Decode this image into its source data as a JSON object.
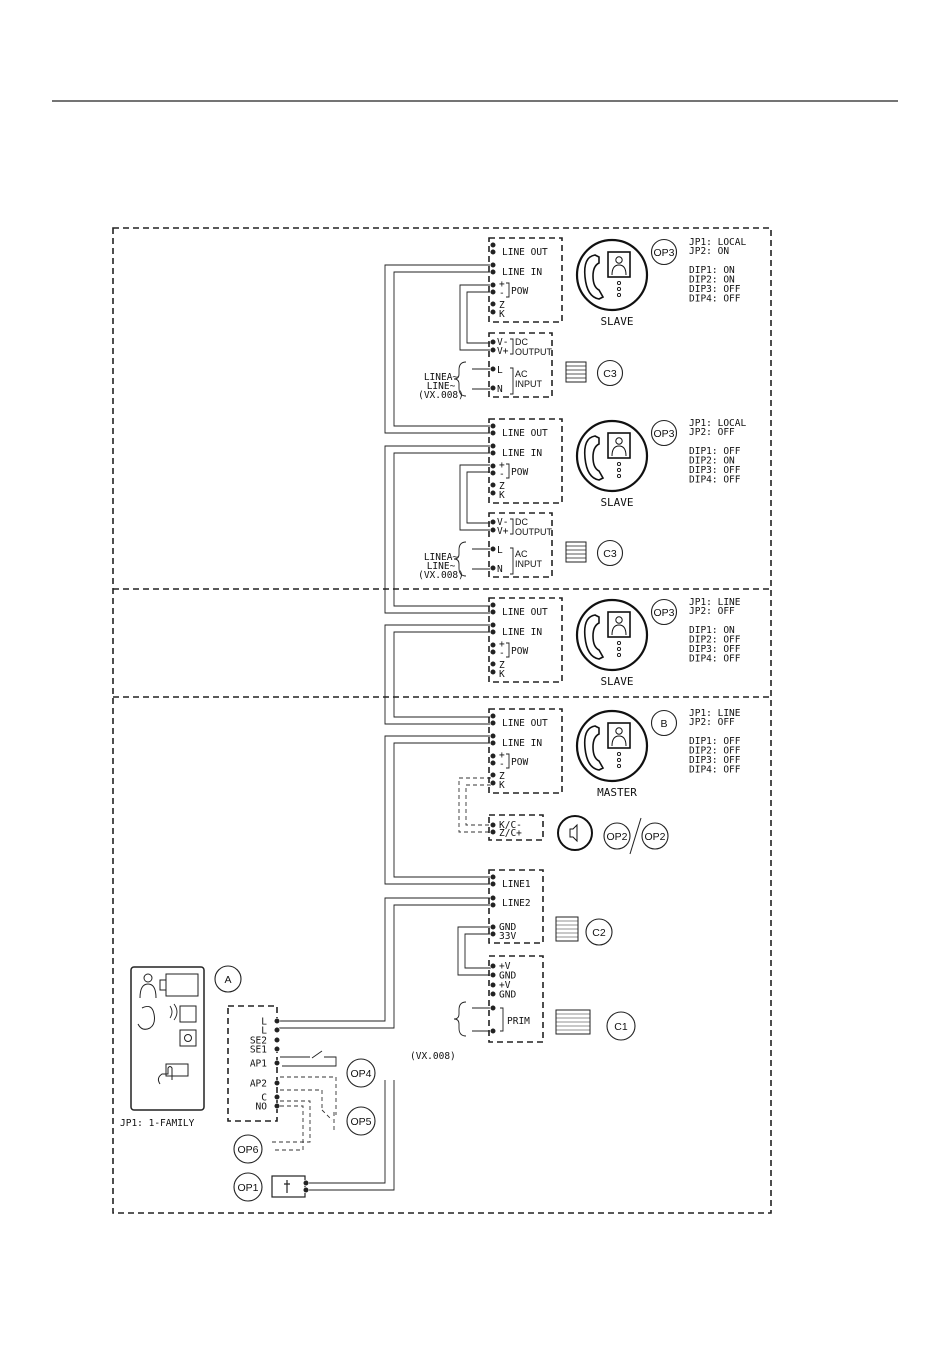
{
  "slaves": [
    {
      "tag": "OP3",
      "name": "SLAVE",
      "jp": [
        "JP1: LOCAL",
        "JP2: ON"
      ],
      "dip": [
        "DIP1: ON",
        "DIP2: ON",
        "DIP3: OFF",
        "DIP4: OFF"
      ],
      "terminals": [
        "LINE OUT",
        "LINE IN",
        "POW",
        "Z",
        "K"
      ],
      "psu": {
        "dc": "DC OUTPUT",
        "ac": "AC INPUT",
        "vminus": "V-",
        "vplus": "V+",
        "l": "L",
        "n": "N"
      },
      "mains": [
        "LINEA~",
        "LINE~",
        "(VX.008)"
      ],
      "psu_tag": "C3"
    },
    {
      "tag": "OP3",
      "name": "SLAVE",
      "jp": [
        "JP1: LOCAL",
        "JP2: OFF"
      ],
      "dip": [
        "DIP1: OFF",
        "DIP2: ON",
        "DIP3: OFF",
        "DIP4: OFF"
      ],
      "terminals": [
        "LINE OUT",
        "LINE IN",
        "POW",
        "Z",
        "K"
      ],
      "psu": {
        "dc": "DC OUTPUT",
        "ac": "AC INPUT",
        "vminus": "V-",
        "vplus": "V+",
        "l": "L",
        "n": "N"
      },
      "mains": [
        "LINEA~",
        "LINE~",
        "(VX.008)"
      ],
      "psu_tag": "C3"
    },
    {
      "tag": "OP3",
      "name": "SLAVE",
      "jp": [
        "JP1: LINE",
        "JP2: OFF"
      ],
      "dip": [
        "DIP1: ON",
        "DIP2: OFF",
        "DIP3: OFF",
        "DIP4: OFF"
      ],
      "terminals": [
        "LINE OUT",
        "LINE IN",
        "POW",
        "Z",
        "K"
      ]
    }
  ],
  "master": {
    "tag": "B",
    "name": "MASTER",
    "jp": [
      "JP1: LINE",
      "JP2: OFF"
    ],
    "dip": [
      "DIP1: OFF",
      "DIP2: OFF",
      "DIP3: OFF",
      "DIP4: OFF"
    ],
    "terminals": [
      "LINE OUT",
      "LINE IN",
      "POW",
      "Z",
      "K"
    ],
    "bell": {
      "k": "K/C-",
      "z": "Z/C+",
      "tags": [
        "OP2",
        "OP2"
      ]
    }
  },
  "power_supply": {
    "line1": "LINE1",
    "line2": "LINE2",
    "gnd": "GND",
    "v33": "33V",
    "tag_c2": "C2",
    "outputs": [
      "+V",
      "GND",
      "+V",
      "GND"
    ],
    "prim": "PRIM",
    "tag_c1": "C1"
  },
  "panel": {
    "tag": "A",
    "jp": "JP1: 1-FAMILY",
    "terminals": [
      "L",
      "L",
      "SE2",
      "SE1",
      "AP1",
      "AP2",
      "C",
      "NO"
    ],
    "cable": "(VX.008)",
    "options": [
      "OP4",
      "OP5",
      "OP6",
      "OP1"
    ]
  },
  "plus": "+",
  "minus": "-"
}
